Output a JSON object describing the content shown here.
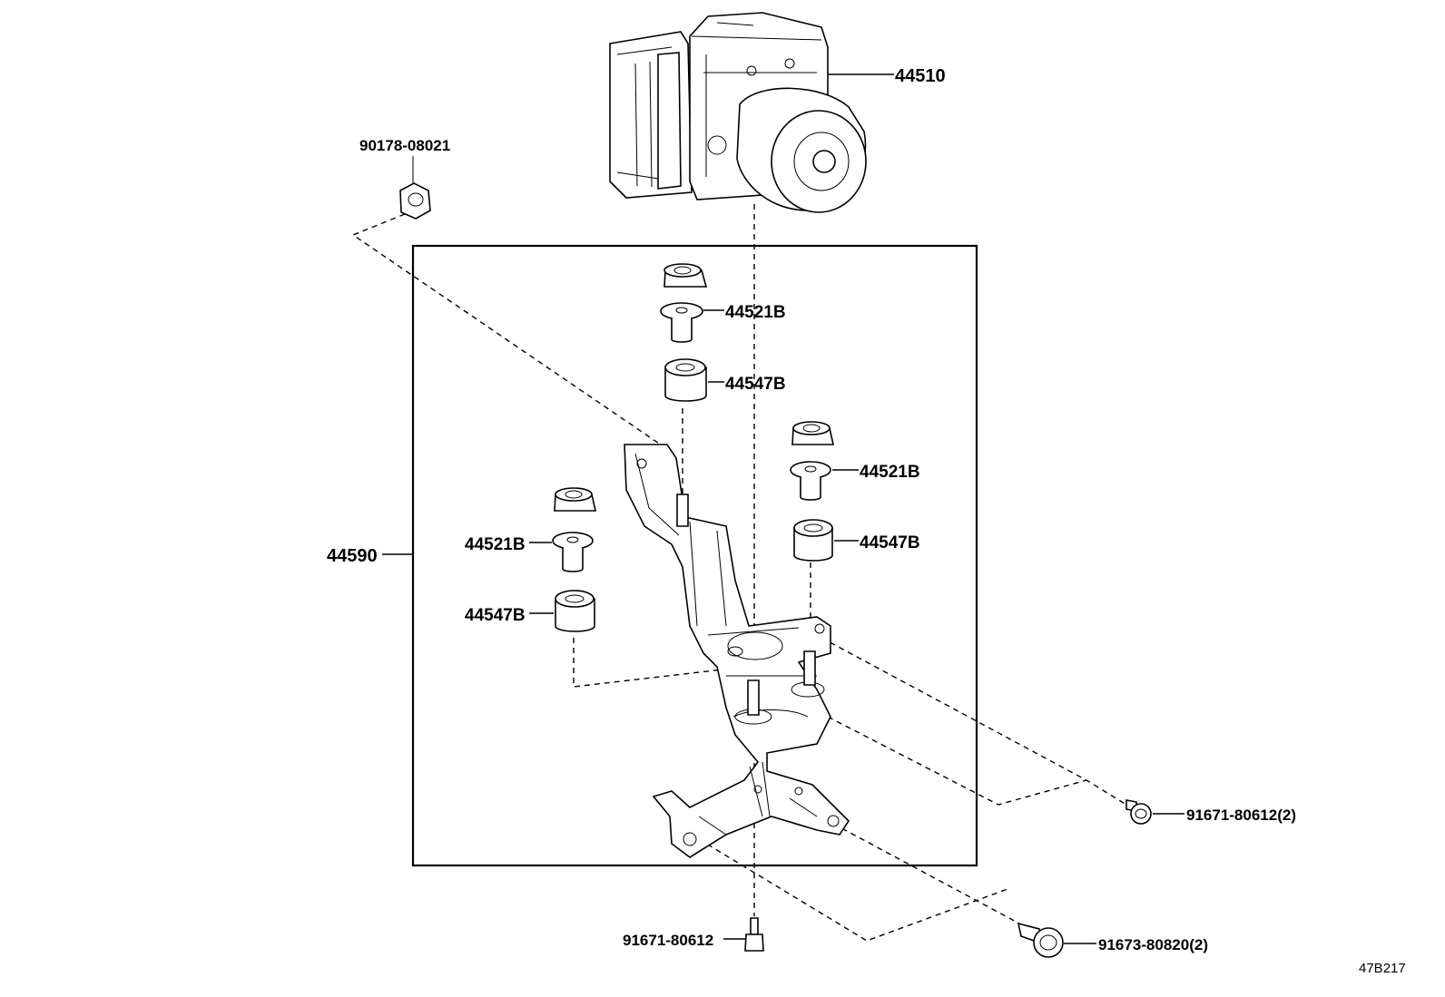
{
  "labels": {
    "actuator": "44510",
    "nut": "90178-08021",
    "cushion_upper": "44521B",
    "spacer_upper": "44547B",
    "cushion_right": "44521B",
    "spacer_right": "44547B",
    "cushion_left": "44521B",
    "spacer_left": "44547B",
    "bracket": "44590",
    "bolt_right": "91671-80612(2)",
    "bolt_bottom": "91671-80612",
    "bolt_large": "91673-80820(2)",
    "diagram_id": "47B217"
  }
}
